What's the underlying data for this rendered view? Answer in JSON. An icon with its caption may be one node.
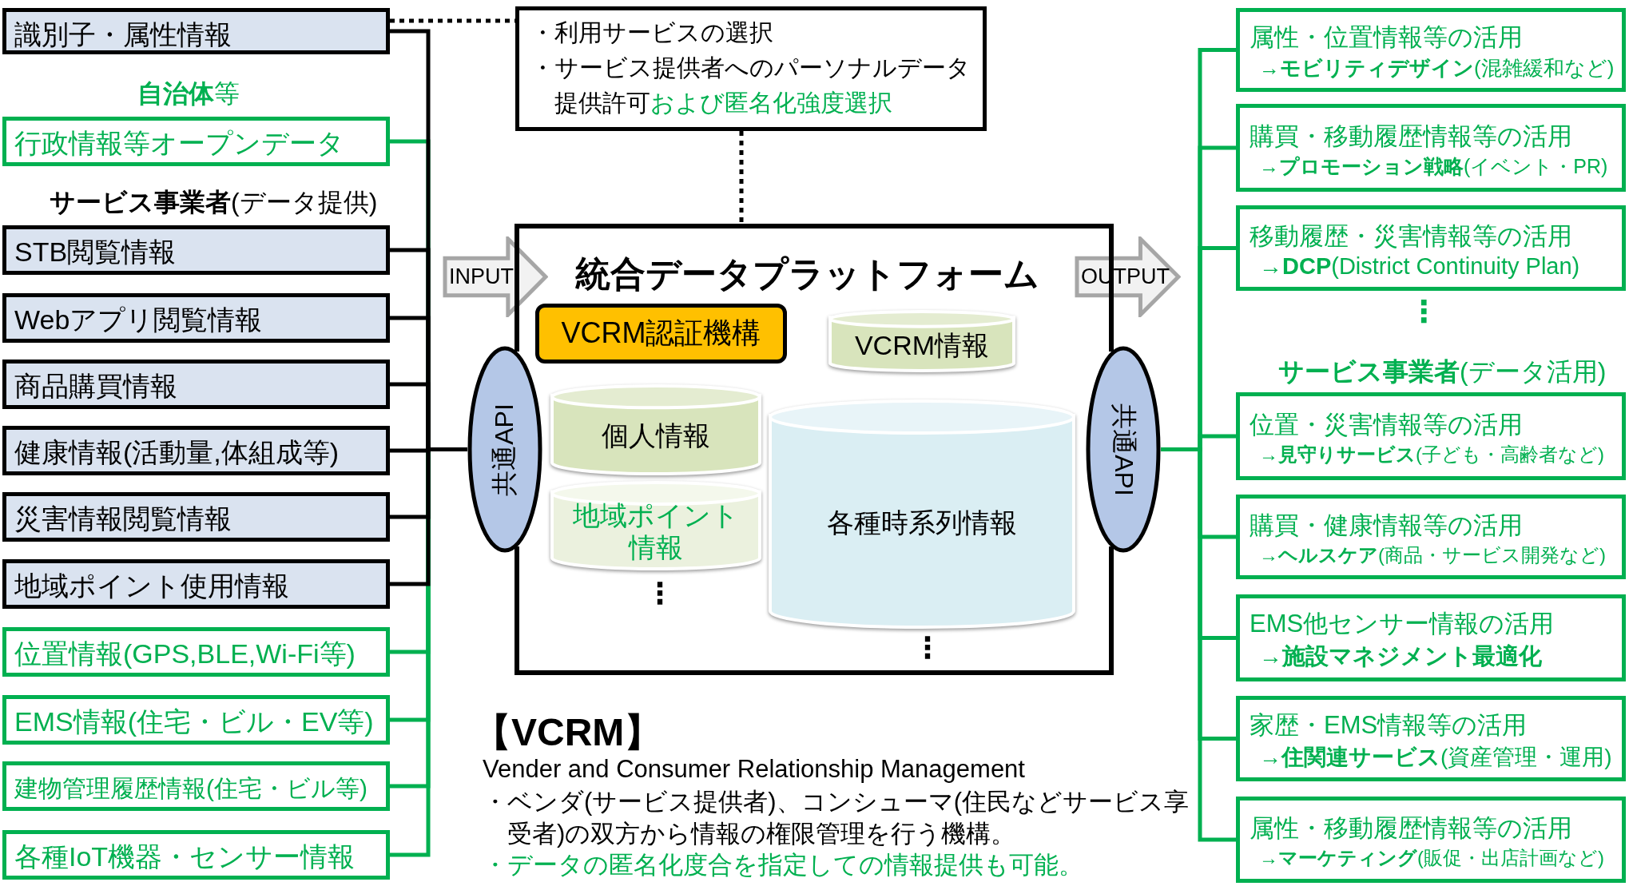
{
  "diagram": {
    "nodes": [
      {
        "text": [
          "識別子・属性情報"
        ]
      },
      {
        "text": [
          "行政情報等オープンデータ"
        ]
      },
      {
        "text": [
          "STB閲覧情報"
        ]
      },
      {
        "text": [
          "Webアプリ閲覧情報"
        ]
      },
      {
        "text": [
          "商品購買情報"
        ]
      },
      {
        "text": [
          "健康情報(活動量,体組成等)"
        ]
      },
      {
        "text": [
          "災害情報閲覧情報"
        ]
      },
      {
        "text": [
          "地域ポイント使用情報"
        ]
      },
      {
        "text": [
          "位置情報(GPS,BLE,Wi-Fi等)"
        ]
      },
      {
        "text": [
          "EMS情報(住宅・ビル・EV等)"
        ]
      },
      {
        "text": [
          "建物管理履歴情報(住宅・ビル等)"
        ]
      },
      {
        "text": [
          "各種IoT機器・センサー情報"
        ]
      },
      {
        "text": [
          "・利用サービスの選択",
          "・サービス提供者へのパーソナルデータ提供許可",
          "および匿名化強度選択"
        ]
      },
      {
        "text": [
          "統合データプラットフォーム"
        ]
      },
      {
        "text": [
          "VCRM認証機構"
        ],
        "in": 13
      },
      {
        "text": [
          "VCRM情報"
        ],
        "in": 13
      },
      {
        "text": [
          "個人情報"
        ],
        "in": 13
      },
      {
        "text": [
          "地域ポイント情報"
        ],
        "in": 13
      },
      {
        "text": [
          "各種時系列情報"
        ],
        "in": 13
      },
      {
        "text": [
          "共通API"
        ]
      },
      {
        "text": [
          "共通API"
        ]
      },
      {
        "text": [
          "属性・位置情報等の活用",
          "→**モビリティデザイン**(混雑緩和など)"
        ]
      },
      {
        "text": [
          "購買・移動履歴情報等の活用",
          "→**プロモーション戦略**(イベント・PR)"
        ]
      },
      {
        "text": [
          "移動履歴・災害情報等の活用",
          "→**DCP**(District Continuity Plan)"
        ]
      },
      {
        "text": [
          "位置・災害情報等の活用",
          "→**見守りサービス**(子ども・高齢者など)"
        ]
      },
      {
        "text": [
          "購買・健康情報等の活用",
          "→**ヘルスケア**(商品・サービス開発など)"
        ]
      },
      {
        "text": [
          "EMS他センサー情報の活用",
          "→**施設マネジメント最適化**"
        ]
      },
      {
        "text": [
          "家歴・EMS情報等の活用",
          "→**住関連サービス**(資産管理・運用)"
        ]
      },
      {
        "text": [
          "属性・移動履歴情報等の活用",
          "→**マーケティング**(販促・出店計画など)"
        ]
      }
    ],
    "edges": [
      {
        "from": 1,
        "to": 19,
        "arrow": "none"
      },
      {
        "from": 8,
        "to": 19,
        "arrow": "none"
      },
      {
        "from": 9,
        "to": 19,
        "arrow": "none"
      },
      {
        "from": 10,
        "to": 19,
        "arrow": "none"
      },
      {
        "from": 11,
        "to": 19,
        "arrow": "none"
      },
      {
        "from": 0,
        "to": 19,
        "arrow": "none",
        "color": "#000000"
      },
      {
        "from": 2,
        "to": 19,
        "arrow": "none",
        "color": "#000000"
      },
      {
        "from": 3,
        "to": 19,
        "arrow": "none",
        "color": "#000000"
      },
      {
        "from": 4,
        "to": 19,
        "arrow": "none",
        "color": "#000000"
      },
      {
        "from": 5,
        "to": 19,
        "arrow": "none",
        "color": "#000000"
      },
      {
        "from": 6,
        "to": 19,
        "arrow": "none",
        "color": "#000000"
      },
      {
        "from": 7,
        "to": 19,
        "arrow": "none",
        "color": "#000000"
      },
      {
        "from": 0,
        "to": 12,
        "arrow": "none",
        "style": "dashed",
        "color": "#000000"
      },
      {
        "from": 12,
        "to": 13,
        "arrow": "none",
        "style": "dashed",
        "color": "#000000"
      },
      {
        "from": 20,
        "to": 21,
        "arrow": "none"
      },
      {
        "from": 20,
        "to": 22,
        "arrow": "none"
      },
      {
        "from": 20,
        "to": 23,
        "arrow": "none"
      },
      {
        "from": 20,
        "to": 24,
        "arrow": "none"
      },
      {
        "from": 20,
        "to": 25,
        "arrow": "none"
      },
      {
        "from": 20,
        "to": 26,
        "arrow": "none"
      },
      {
        "from": 20,
        "to": 27,
        "arrow": "none"
      },
      {
        "from": 20,
        "to": 28,
        "arrow": "none"
      }
    ],
    "labels": [
      "**自治体**等",
      "**サービス事業者**(データ提供)",
      "INPUT",
      "OUTPUT",
      "⋮",
      "**サービス事業者**(データ活用)",
      "⋮",
      "⋮",
      "【VCRM】",
      "Vender and Consumer Relationship Management",
      "・ベンダ(サービス提供者)、コンシューマ(住民などサービス享受者)の双方から情報の権限管理を行う機構。",
      "・データの匿名化度合を指定しての情報提供も可能。"
    ]
  }
}
